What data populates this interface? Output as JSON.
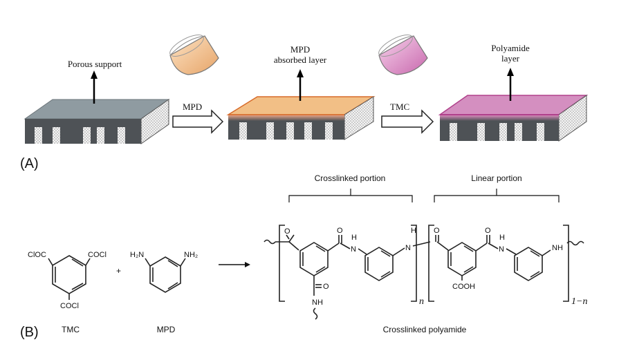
{
  "panel_a": {
    "label": "(A)",
    "stage1": {
      "label": "Porous support"
    },
    "step1": {
      "label": "MPD"
    },
    "stage2": {
      "label_line1": "MPD",
      "label_line2": "absorbed layer"
    },
    "step2": {
      "label": "TMC"
    },
    "stage3": {
      "label_line1": "Polyamide",
      "label_line2": "layer"
    }
  },
  "panel_b": {
    "label": "(B)",
    "tmc": {
      "name": "TMC",
      "sub_left": "ClOC",
      "sub_right": "COCl",
      "sub_bottom": "COCl"
    },
    "plus": "+",
    "mpd": {
      "name": "MPD",
      "amine_left": "H₂N",
      "amine_right": "NH₂"
    },
    "product": {
      "name": "Crosslinked polyamide",
      "crosslinked_portion": "Crosslinked portion",
      "linear_portion": "Linear portion",
      "subscript_n": "n",
      "subscript_1_minus_n": "1−n",
      "atoms": {
        "o": "O",
        "h": "H",
        "n": "N",
        "nh": "NH",
        "cooh": "COOH"
      }
    }
  },
  "colors": {
    "support_top": "#8f9ba1",
    "support_side": "#4e5256",
    "mpd_layer": "#f2bf86",
    "polyamide_layer": "#d48fc0",
    "pore_dots": "#c9c9c9"
  }
}
